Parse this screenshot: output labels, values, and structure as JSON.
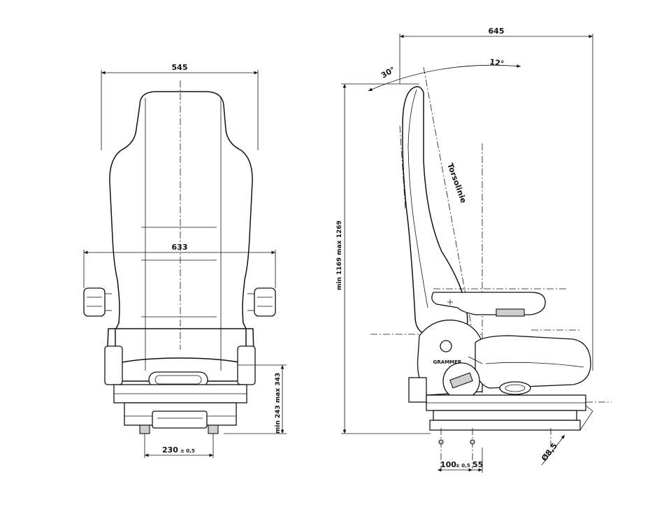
{
  "front_view": {
    "dims": {
      "top_width": "545",
      "armrest_width": "633",
      "base_width": "230",
      "base_width_tol": "± 0,5",
      "height_range": "min 243  max 343"
    }
  },
  "side_view": {
    "dims": {
      "depth": "645",
      "back_angle": "30°",
      "fwd_angle": "12°",
      "overall_height": "min 1169  max 1269",
      "rail_spacing": "100",
      "rail_tol": "± 0,5",
      "rail_offset": "55",
      "bolt_diameter": "Ø8,5",
      "torso_label": "Torsolinie"
    },
    "logo": "GRAMMER"
  },
  "colors": {
    "line": "#111111",
    "background": "#ffffff"
  }
}
